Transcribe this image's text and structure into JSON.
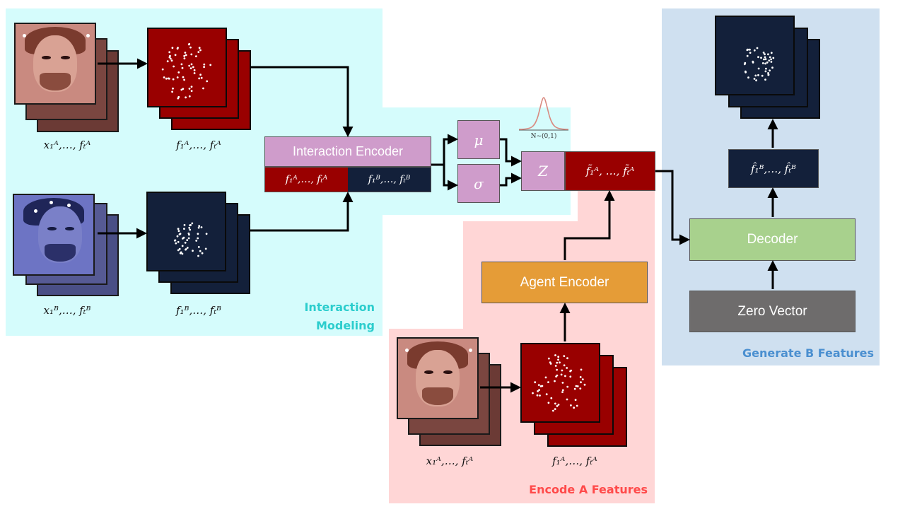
{
  "regions": {
    "interaction_label_line1": "Interaction",
    "interaction_label_line2": "Modeling",
    "encode_a_label": "Encode A Features",
    "generate_b_label": "Generate B Features"
  },
  "blocks": {
    "interaction_encoder": "Interaction Encoder",
    "agent_encoder": "Agent Encoder",
    "decoder": "Decoder",
    "zero_vector": "Zero Vector",
    "mu": "μ",
    "sigma": "σ",
    "z": "Z"
  },
  "formulas": {
    "enc_in_a": "f₁ᴬ,…, fₜᴬ",
    "enc_in_b": "f₁ᴮ,…, fₜᴮ",
    "pred_a": "f̃₁ᴬ, …, f̃ₜᴬ",
    "pred_b": "f̂₁ᴮ,…, f̂ₜᴮ"
  },
  "captions": {
    "x_a_top": "x₁ᴬ,…, fₜᴬ",
    "f_a_top": "f₁ᴬ,…, fₜᴬ",
    "x_b": "x₁ᴮ,…, fₜᴮ",
    "f_b": "f₁ᴮ,…, fₜᴮ",
    "x_a_bottom": "x₁ᴬ,…, fₜᴬ",
    "f_a_bottom": "f₁ᴬ,…, fₜᴬ"
  },
  "distribution_label": "N~(0,1)",
  "colors": {
    "cyan_region": "#d5fcfc",
    "pink_region": "#ffd6d6",
    "blue_region": "#cfe0f0",
    "red_panel": "#990000",
    "navy_panel": "#13203a",
    "mauve_box": "#cf9ccb",
    "orange_box": "#e59c37",
    "green_box": "#a8d18d",
    "gray_box": "#6e6c6c",
    "cyan_label": "#2ccdcd",
    "red_label": "#ff4a4a",
    "blue_label": "#4a8fd0"
  }
}
